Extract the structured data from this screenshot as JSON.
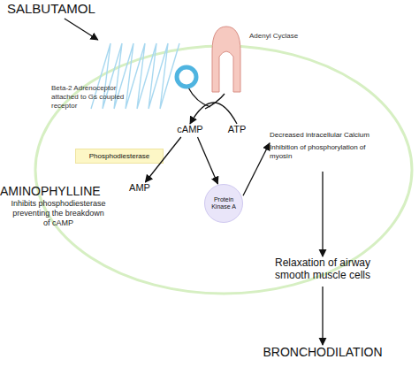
{
  "diagram": {
    "nodes": [
      {
        "text": [
          "SALBUTAMOL"
        ]
      },
      {
        "text": [
          "Beta-2 Adrenoceptor attached to Gs coupled receptor"
        ]
      },
      {
        "text": [
          "Adenyl Cyclase"
        ]
      },
      {
        "text": [
          "cAMP"
        ]
      },
      {
        "text": [
          "ATP"
        ]
      },
      {
        "text": [
          "Phosphodiesterase"
        ]
      },
      {
        "text": [
          "AMINOPHYLLINE",
          "Inhibits phosphodiesterase preventing the breakdown of cAMP"
        ]
      },
      {
        "text": [
          "AMP"
        ]
      },
      {
        "text": [
          "Protein Kinase A"
        ]
      },
      {
        "text": [
          "Decreased intracellular Calcium",
          "Inhibition of phosphorylation of myosin"
        ]
      },
      {
        "text": [
          "Relaxation of airway smooth muscle cells"
        ]
      },
      {
        "text": [
          "BRONCHODILATION"
        ]
      }
    ],
    "edges": [
      {
        "from": 0,
        "to": 1,
        "arrow": "to"
      },
      {
        "from": 4,
        "to": 3,
        "arrow": "to"
      },
      {
        "from": 3,
        "to": 7,
        "arrow": "to"
      },
      {
        "from": 3,
        "to": 8,
        "arrow": "to"
      },
      {
        "from": 8,
        "to": 9,
        "arrow": "to"
      },
      {
        "from": 9,
        "to": 10,
        "arrow": "to"
      },
      {
        "from": 10,
        "to": 11,
        "arrow": "to"
      }
    ]
  }
}
